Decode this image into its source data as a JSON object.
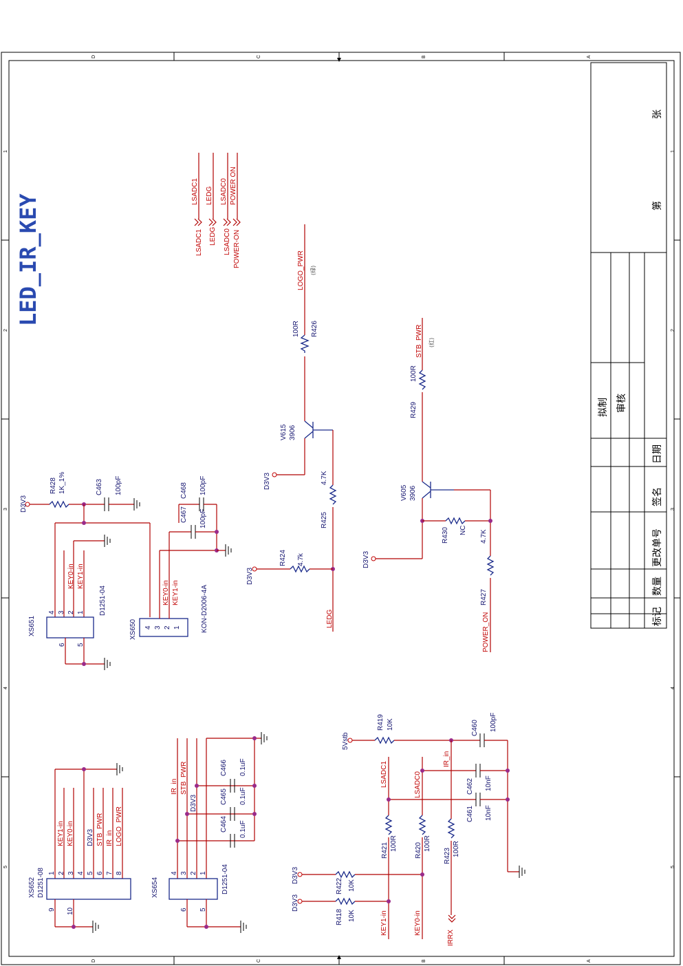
{
  "title": "LED_IR_KEY",
  "frame": {
    "letters": [
      "D",
      "C",
      "B",
      "A"
    ],
    "numbers": [
      "1",
      "2",
      "3",
      "4",
      "5"
    ]
  },
  "titleblock": {
    "cols": [
      "标记",
      "数量",
      "更改单号",
      "签名",
      "日期"
    ],
    "draw": "拟制",
    "review": "审核",
    "sheet_pre": "第",
    "sheet_post": "张"
  },
  "nets": {
    "lsadc1": "LSADC1",
    "ledg": "LEDG",
    "lsadc0": "LSADC0",
    "power_on": "POWER ON",
    "power_on2": "POWER-ON",
    "logo_pwr": "LOGO_PWR",
    "stb_pwr": "STB_PWR",
    "d3v3": "D3V3",
    "v5stb": "5Vstb",
    "key0": "KEY0-in",
    "key1": "KEY1-in",
    "ir_in": "IR_in",
    "irrx": "IRRX",
    "power_on_net": "POWER_ON"
  },
  "notes": {
    "green": "(绿)",
    "red": "(红)"
  },
  "parts": {
    "r426": {
      "ref": "R426",
      "val": "100R"
    },
    "r429": {
      "ref": "R429",
      "val": "100R"
    },
    "v615": {
      "ref": "V615",
      "val": "3906"
    },
    "v605": {
      "ref": "V605",
      "val": "3906"
    },
    "r425": {
      "ref": "R425",
      "val": "4.7K"
    },
    "r424": {
      "ref": "R424",
      "val": "4.7k"
    },
    "r430": {
      "ref": "R430",
      "val": "NC"
    },
    "r427": {
      "ref": "R427",
      "val": "4.7K"
    },
    "r428": {
      "ref": "R428",
      "val": "1K_1%"
    },
    "c463": {
      "ref": "C463",
      "val": "100pF"
    },
    "c467": {
      "ref": "C467",
      "val": "100pF"
    },
    "c468": {
      "ref": "C468",
      "val": "100pF"
    },
    "xs651": {
      "ref": "XS651",
      "val": "D1251-04"
    },
    "xs650": {
      "ref": "XS650",
      "val": "KON-D2006-4A"
    },
    "xs652": {
      "ref": "XS652",
      "val": "D1251-08"
    },
    "xs654": {
      "ref": "XS654",
      "val": "D1251-04"
    },
    "c464": {
      "ref": "C464",
      "val": "0.1uF"
    },
    "c465": {
      "ref": "C465",
      "val": "0.1uF"
    },
    "c466": {
      "ref": "C466",
      "val": "0.1uF"
    },
    "r419": {
      "ref": "R419",
      "val": "10K"
    },
    "c460": {
      "ref": "C460",
      "val": "100pF"
    },
    "c462": {
      "ref": "C462",
      "val": "10nF"
    },
    "c461": {
      "ref": "C461",
      "val": "10nF"
    },
    "r421": {
      "ref": "R421",
      "val": "100R"
    },
    "r420": {
      "ref": "R420",
      "val": "100R"
    },
    "r423": {
      "ref": "R423",
      "val": "100R"
    },
    "r422": {
      "ref": "R422",
      "val": "10K"
    },
    "r418": {
      "ref": "R418",
      "val": "10K"
    }
  }
}
